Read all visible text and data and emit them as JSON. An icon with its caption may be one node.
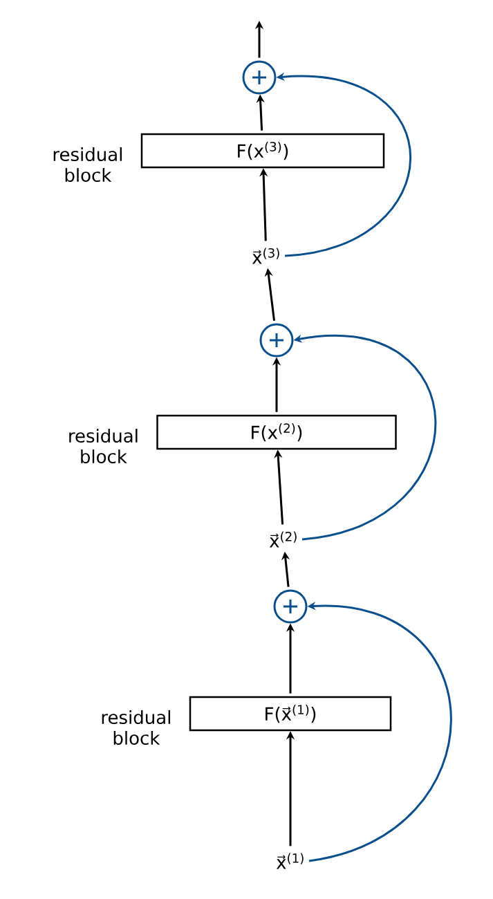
{
  "diagram": {
    "nodes": [
      {
        "text": [
          "x⃗$^{(1)}$"
        ]
      },
      {
        "text": [
          "F(x⃗$^{(1)}$)"
        ],
        "beside": [
          "residual block"
        ]
      },
      {
        "text": [],
        "shape": "circle"
      },
      {
        "text": [
          "x⃗$^{(2)}$"
        ]
      },
      {
        "text": [
          "F(x$^{(2)}$)"
        ],
        "beside": [
          "residual block"
        ]
      },
      {
        "text": [],
        "shape": "circle"
      },
      {
        "text": [
          "x⃗$^{(3)}$"
        ]
      },
      {
        "text": [
          "F(x$^{(3)}$)"
        ],
        "beside": [
          "residual block"
        ]
      },
      {
        "text": [],
        "shape": "circle"
      }
    ],
    "edges": [
      {
        "from": 0,
        "to": 1,
        "arrow": "to"
      },
      {
        "from": 1,
        "to": 2,
        "arrow": "to"
      },
      {
        "from": 0,
        "to": 2,
        "arrow": "to",
        "color": "#0a4f8c"
      },
      {
        "from": 2,
        "to": 3,
        "arrow": "to"
      },
      {
        "from": 3,
        "to": 4,
        "arrow": "to"
      },
      {
        "from": 4,
        "to": 5,
        "arrow": "to"
      },
      {
        "from": 3,
        "to": 5,
        "arrow": "to",
        "color": "#0a4f8c"
      },
      {
        "from": 5,
        "to": 6,
        "arrow": "to"
      },
      {
        "from": 6,
        "to": 7,
        "arrow": "to"
      },
      {
        "from": 7,
        "to": 8,
        "arrow": "to"
      },
      {
        "from": 6,
        "to": 8,
        "arrow": "to",
        "color": "#0a4f8c"
      },
      {
        "from": 8,
        "to": null,
        "arrow": "to"
      }
    ]
  }
}
